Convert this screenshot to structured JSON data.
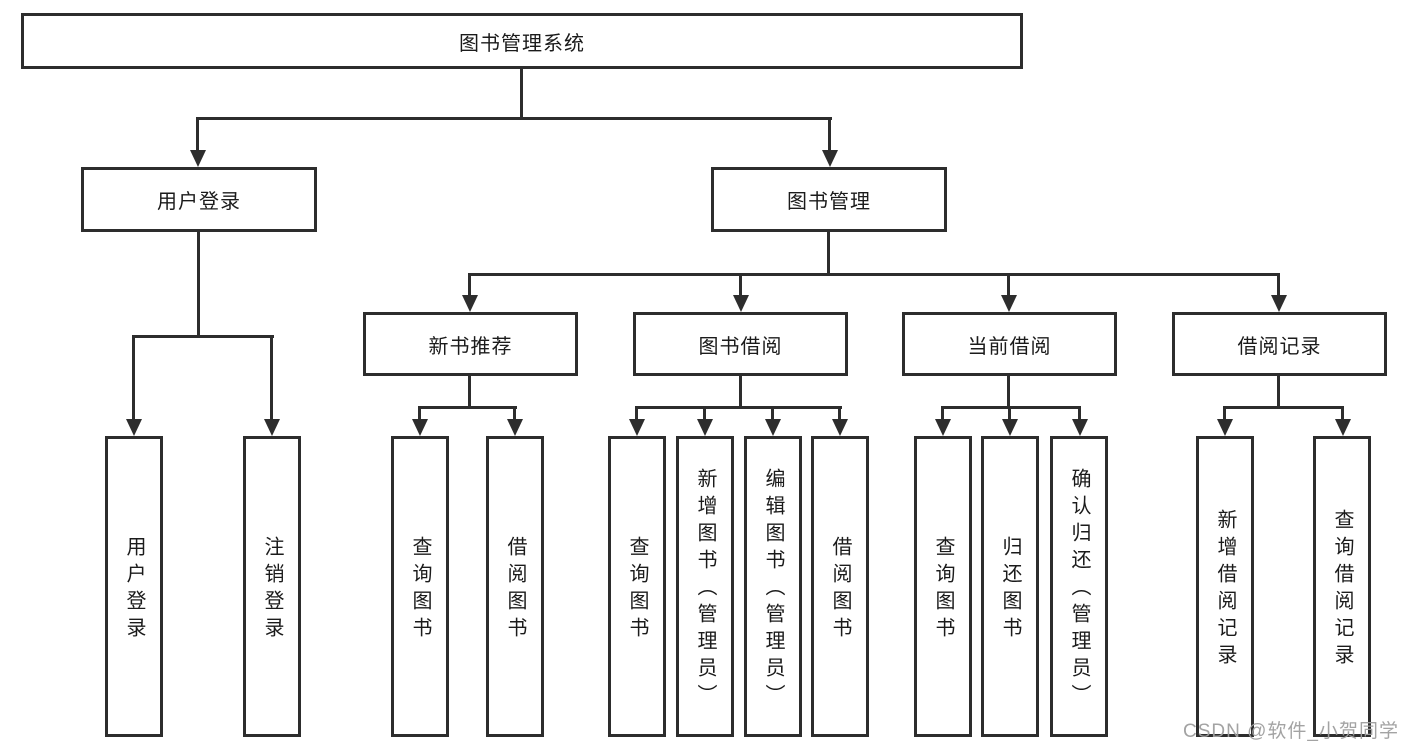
{
  "tree": {
    "root": "图书管理系统",
    "user_login": {
      "label": "用户登录",
      "children": [
        "用户登录",
        "注销登录"
      ]
    },
    "book_mgmt": {
      "label": "图书管理",
      "groups": {
        "new_books": {
          "label": "新书推荐",
          "children": [
            "查询图书",
            "借阅图书"
          ]
        },
        "borrowing": {
          "label": "图书借阅",
          "children": [
            "查询图书",
            "新增图书（管理员）",
            "编辑图书（管理员）",
            "借阅图书"
          ]
        },
        "current": {
          "label": "当前借阅",
          "children": [
            "查询图书",
            "归还图书",
            "确认归还（管理员）"
          ]
        },
        "records": {
          "label": "借阅记录",
          "children": [
            "新增借阅记录",
            "查询借阅记录"
          ]
        }
      }
    }
  },
  "watermark": "CSDN @软件_小贺同学",
  "colors": {
    "line": "#2d2d2d",
    "text": "#1b1b1b",
    "background": "#ffffff",
    "watermark": "#9e9e9e"
  }
}
